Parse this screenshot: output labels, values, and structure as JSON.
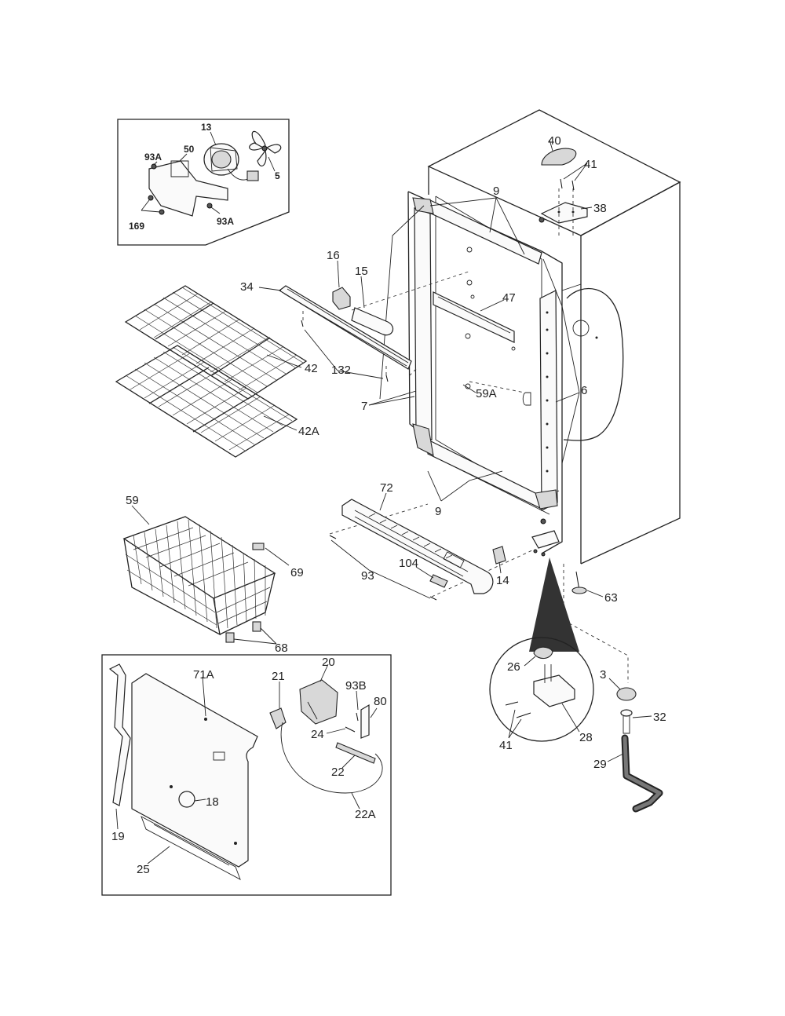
{
  "diagram": {
    "labels": {
      "p13": "13",
      "p93A_top": "93A",
      "p50": "50",
      "p5": "5",
      "p169": "169",
      "p93A_bot": "93A",
      "p16": "16",
      "p15": "15",
      "p34": "34",
      "p132": "132",
      "p42": "42",
      "p42A": "42A",
      "p7": "7",
      "p9_top": "9",
      "p9_bot": "9",
      "p47": "47",
      "p59A": "59A",
      "p6": "6",
      "p40": "40",
      "p41_top": "41",
      "p38": "38",
      "p72": "72",
      "p104": "104",
      "p93": "93",
      "p14": "14",
      "p63": "63",
      "p59": "59",
      "p69": "69",
      "p68": "68",
      "p26": "26",
      "p41_det": "41",
      "p28": "28",
      "p3": "3",
      "p32": "32",
      "p29": "29",
      "p71A": "71A",
      "p21": "21",
      "p20": "20",
      "p93B": "93B",
      "p80": "80",
      "p24": "24",
      "p22": "22",
      "p22A": "22A",
      "p18": "18",
      "p19": "19",
      "p25": "25"
    }
  }
}
